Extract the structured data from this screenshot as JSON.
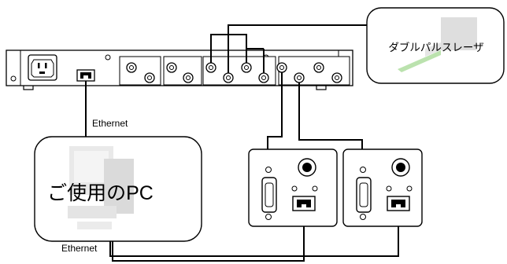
{
  "labels": {
    "ethernet_top": "Ethernet",
    "ethernet_bottom": "Ethernet",
    "pc": "ご使用のPC",
    "laser": "ダブルパルスレーザ"
  },
  "icons": {
    "pc": "computer-icon",
    "laser": "laser-device-icon",
    "power_inlet": "power-inlet-icon",
    "ethernet_port": "ethernet-port-icon",
    "bnc_connector": "bnc-connector-icon",
    "camera": "camera-head-icon"
  },
  "colors": {
    "line": "#000000",
    "device_fill": "#ffffff",
    "screen_fill": "#e8e8e8",
    "icon_grey": "#cccccc",
    "laser_green": "#8fd07a"
  }
}
